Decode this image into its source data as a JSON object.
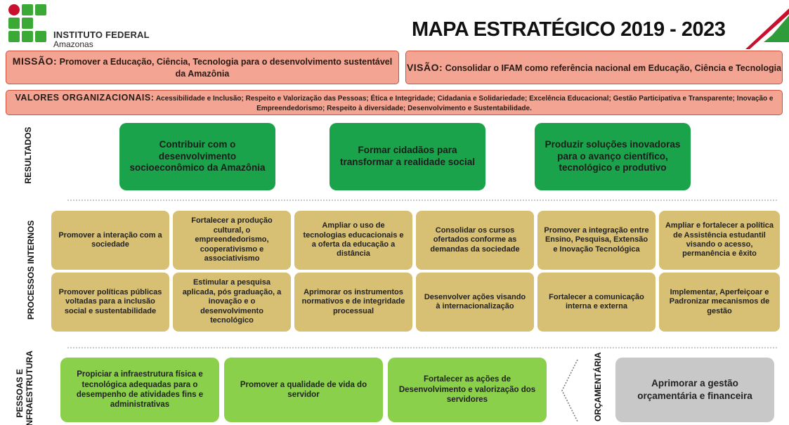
{
  "header": {
    "institution_name": "INSTITUTO FEDERAL",
    "institution_sub": "Amazonas",
    "title": "MAPA ESTRATÉGICO 2019 - 2023"
  },
  "mission": {
    "label": "MISSÃO:",
    "text": "Promover a Educação, Ciência, Tecnologia para o desenvolvimento sustentável da Amazônia"
  },
  "vision": {
    "label": "VISÃO:",
    "text": "Consolidar o IFAM como referência nacional em Educação, Ciência e Tecnologia"
  },
  "values": {
    "label": "VALORES ORGANIZACIONAIS:",
    "text": "Acessibilidade e Inclusão; Respeito e Valorização das Pessoas; Ética e Integridade; Cidadania e Solidariedade; Excelência Educacional; Gestão Participativa e Transparente; Inovação e Empreendedorismo; Respeito à diversidade; Desenvolvimento e Sustentabilidade."
  },
  "rows": {
    "results": "RESULTADOS",
    "processes": "PROCESSOS INTERNOS",
    "people_line1": "PESSOAS E",
    "people_line2": "INFRAESTRUTURA",
    "budget": "ORÇAMENTÁRIA"
  },
  "results": [
    "Contribuir com o desenvolvimento socioeconômico da Amazônia",
    "Formar cidadãos para transformar a realidade social",
    "Produzir soluções inovadoras para o avanço científico, tecnológico e produtivo"
  ],
  "processes_row1": [
    "Promover a interação com a sociedade",
    "Fortalecer a produção cultural, o empreendedorismo, cooperativismo e associativismo",
    "Ampliar o uso de tecnologias educacionais e a oferta da educação a distância",
    "Consolidar os cursos ofertados conforme as demandas da sociedade",
    "Promover a integração entre Ensino, Pesquisa, Extensão e Inovação Tecnológica",
    "Ampliar e fortalecer a política de Assistência estudantil visando o acesso, permanência e êxito"
  ],
  "processes_row2": [
    "Promover políticas públicas voltadas para a inclusão social e sustentabilidade",
    "Estimular a pesquisa aplicada, pós graduação, a inovação e o desenvolvimento tecnológico",
    "Aprimorar os instrumentos normativos e de integridade processual",
    "Desenvolver ações visando à internacionalização",
    "Fortalecer a comunicação interna e externa",
    "Implementar, Aperfeiçoar e Padronizar mecanismos de gestão"
  ],
  "people": [
    "Propiciar a infraestrutura física e tecnológica adequadas para o desempenho de atividades fins e administrativas",
    "Promover a qualidade de vida do servidor",
    "Fortalecer as ações de Desenvolvimento e valorização dos servidores"
  ],
  "budget_box": "Aprimorar a gestão orçamentária e financeira",
  "colors": {
    "salmon": "#f4a492",
    "results_green": "#1aa34a",
    "process_gold": "#d7bf74",
    "people_green": "#8bd04a",
    "budget_gray": "#c8c8c8",
    "logo_green": "#3aa935",
    "logo_red": "#c8102e"
  }
}
